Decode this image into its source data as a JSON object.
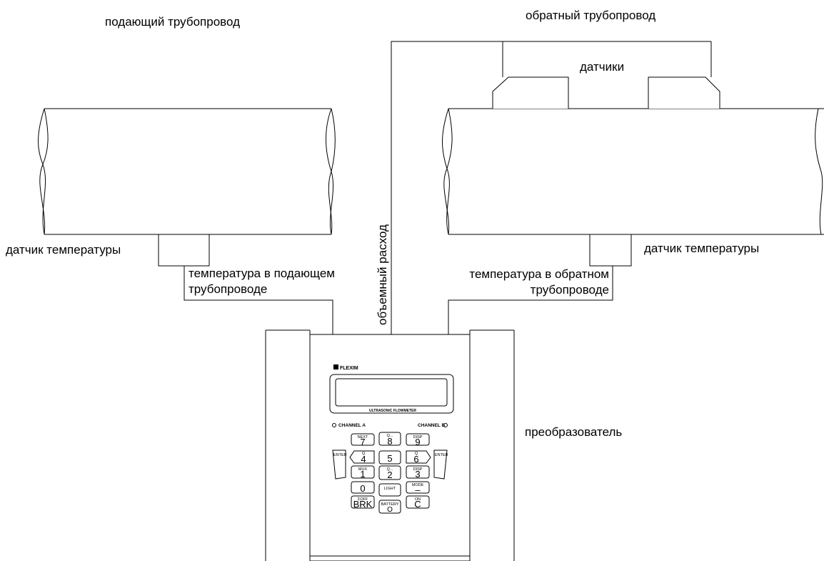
{
  "labels": {
    "supply_pipe": "подающий трубопровод",
    "return_pipe": "обратный трубопровод",
    "sensors": "датчики",
    "temp_sensor_left": "датчик температуры",
    "temp_sensor_right": "датчик температуры",
    "supply_temp_line1": "температура в подающем",
    "supply_temp_line2": "трубопроводе",
    "return_temp_line1": "температура в обратном",
    "return_temp_line2": "трубопроводе",
    "volume_flow": "объемный расход",
    "transmitter": "преобразователь"
  },
  "device": {
    "brand": "FLEXIM",
    "display_caption": "ULTRASONIC FLOWMETER",
    "channel_a": "CHANNEL A",
    "channel_b": "CHANNEL B",
    "enter_left": "ENTER",
    "enter_right": "ENTER",
    "keys": {
      "k7": {
        "main": "7",
        "sub": "NEXT"
      },
      "k8": {
        "main": "8",
        "sub": "Q..."
      },
      "k9": {
        "main": "9",
        "sub": "DISP"
      },
      "k4": {
        "main": "4",
        "sub": "Q"
      },
      "k5": {
        "main": "5",
        "sub": ""
      },
      "k6": {
        "main": "6",
        "sub": "Q"
      },
      "k1": {
        "main": "1",
        "sub": "MUX"
      },
      "k2": {
        "main": "2",
        "sub": "Q..."
      },
      "k3": {
        "main": "3",
        "sub": "DISP"
      },
      "k0": {
        "main": "0",
        "sub": ""
      },
      "klight": {
        "main": "",
        "sub": "LIGHT"
      },
      "kminus": {
        "main": "–",
        "sub": "MODE"
      },
      "kbrk": {
        "main": "BRK",
        "sub": "ΣOFF"
      },
      "kbat": {
        "main": "O",
        "sub": "BATTERY"
      },
      "kc": {
        "main": "C",
        "sub": "ON"
      }
    }
  }
}
